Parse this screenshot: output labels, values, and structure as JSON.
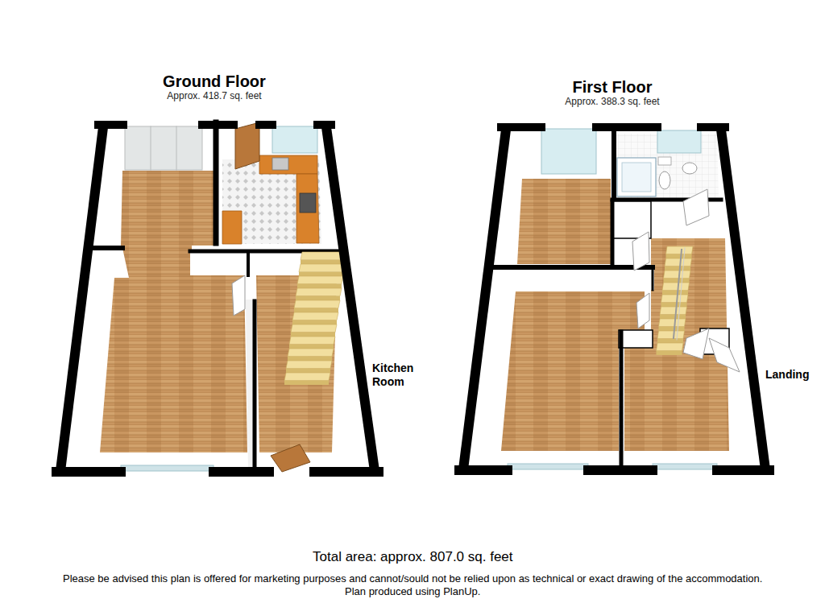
{
  "diagram": {
    "caption": "Total area: approx. 807.0 sq. feet",
    "nodes": [
      {
        "text": [
          "Ground Floor",
          "Approx. 418.7 sq. feet"
        ]
      },
      {
        "text": [
          "First Floor",
          "Approx. 388.3 sq. feet"
        ]
      }
    ],
    "labels": [
      "Kitchen Room",
      "Landing",
      "Please be advised this plan is offered for marketing purposes and cannot/sould not be relied upon as technical or exact drawing of the accommodation.",
      "Plan produced using PlanUp."
    ]
  }
}
